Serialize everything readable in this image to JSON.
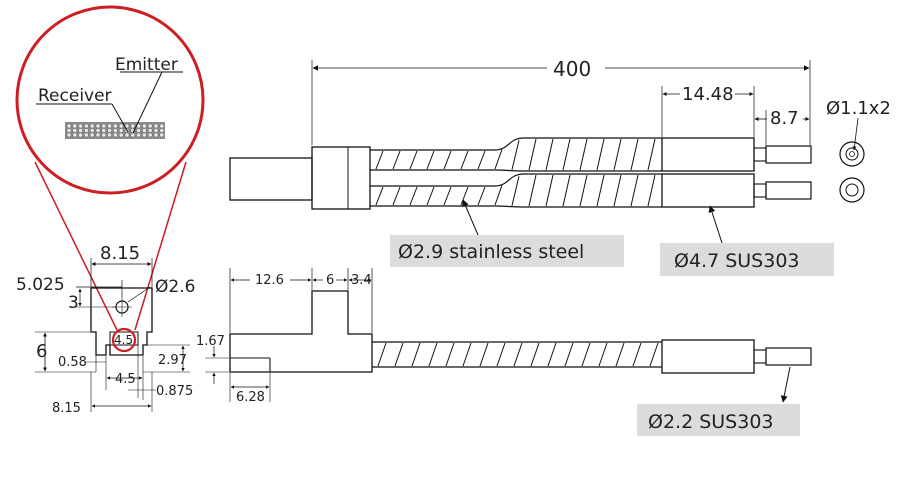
{
  "colors": {
    "line": "#111111",
    "magnifier": "#cc1f24",
    "callout_bg": "#dcdcdc",
    "text": "#222222"
  },
  "magnifier": {
    "emitter_label": "Emitter",
    "receiver_label": "Receiver"
  },
  "front_view": {
    "width_top": "8.15",
    "offset": "5.025",
    "hole_offset": "3",
    "hole_diameter": "Ø2.6",
    "height": "6",
    "inner_top": "4.5",
    "left_gap": "0.58",
    "right_height": "2.97",
    "inner_bottom": "4.5",
    "right_gap": "0.875",
    "width_bottom": "8.15"
  },
  "top_view": {
    "total_length": "400",
    "sleeve_length": "14.48",
    "tip_length": "8.7",
    "fiber_dia": "Ø1.1x2",
    "sheath_callout": "Ø2.9 stainless steel",
    "sleeve_callout": "Ø4.7   SUS303"
  },
  "side_view": {
    "len_a": "12.6",
    "len_b": "6",
    "len_c": "3.4",
    "height": "1.67",
    "step": "6.28",
    "tip_callout": "Ø2.2   SUS303"
  }
}
